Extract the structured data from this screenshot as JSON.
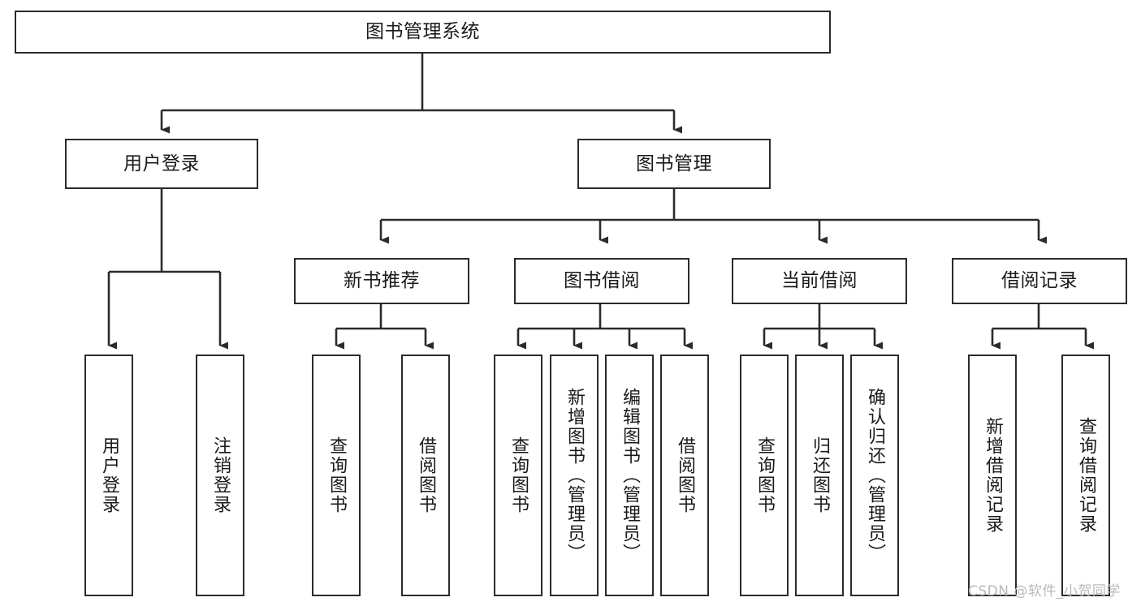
{
  "diagram": {
    "title": "图书管理系统",
    "orientation": "top-down-tree",
    "nodes": [
      {
        "id": "root",
        "label": "图书管理系统",
        "level": 0,
        "text_direction": "horizontal"
      },
      {
        "id": "user_login",
        "label": "用户登录",
        "level": 1,
        "text_direction": "horizontal"
      },
      {
        "id": "book_mgmt",
        "label": "图书管理",
        "level": 1,
        "text_direction": "horizontal"
      },
      {
        "id": "new_book",
        "label": "新书推荐",
        "level": 2,
        "text_direction": "horizontal"
      },
      {
        "id": "borrow",
        "label": "图书借阅",
        "level": 2,
        "text_direction": "horizontal"
      },
      {
        "id": "current",
        "label": "当前借阅",
        "level": 2,
        "text_direction": "horizontal"
      },
      {
        "id": "records",
        "label": "借阅记录",
        "level": 2,
        "text_direction": "horizontal"
      },
      {
        "id": "leaf_login",
        "label": "用户登录",
        "level": 3,
        "text_direction": "vertical"
      },
      {
        "id": "leaf_logout",
        "label": "注销登录",
        "level": 3,
        "text_direction": "vertical"
      },
      {
        "id": "leaf_nb_query",
        "label": "查询图书",
        "level": 3,
        "text_direction": "vertical"
      },
      {
        "id": "leaf_nb_borrow",
        "label": "借阅图书",
        "level": 3,
        "text_direction": "vertical"
      },
      {
        "id": "leaf_bo_query",
        "label": "查询图书",
        "level": 3,
        "text_direction": "vertical"
      },
      {
        "id": "leaf_bo_add",
        "label": "新增图书（管理员）",
        "level": 3,
        "text_direction": "vertical"
      },
      {
        "id": "leaf_bo_edit",
        "label": "编辑图书（管理员）",
        "level": 3,
        "text_direction": "vertical"
      },
      {
        "id": "leaf_bo_borrow",
        "label": "借阅图书",
        "level": 3,
        "text_direction": "vertical"
      },
      {
        "id": "leaf_cur_query",
        "label": "查询图书",
        "level": 3,
        "text_direction": "vertical"
      },
      {
        "id": "leaf_cur_return",
        "label": "归还图书",
        "level": 3,
        "text_direction": "vertical"
      },
      {
        "id": "leaf_cur_confirm",
        "label": "确认归还（管理员）",
        "level": 3,
        "text_direction": "vertical"
      },
      {
        "id": "leaf_rec_add",
        "label": "新增借阅记录",
        "level": 3,
        "text_direction": "vertical"
      },
      {
        "id": "leaf_rec_query",
        "label": "查询借阅记录",
        "level": 3,
        "text_direction": "vertical"
      }
    ],
    "edges": [
      {
        "from": "root",
        "to": "user_login"
      },
      {
        "from": "root",
        "to": "book_mgmt"
      },
      {
        "from": "book_mgmt",
        "to": "new_book"
      },
      {
        "from": "book_mgmt",
        "to": "borrow"
      },
      {
        "from": "book_mgmt",
        "to": "current"
      },
      {
        "from": "book_mgmt",
        "to": "records"
      },
      {
        "from": "user_login",
        "to": "leaf_login"
      },
      {
        "from": "user_login",
        "to": "leaf_logout"
      },
      {
        "from": "new_book",
        "to": "leaf_nb_query"
      },
      {
        "from": "new_book",
        "to": "leaf_nb_borrow"
      },
      {
        "from": "borrow",
        "to": "leaf_bo_query"
      },
      {
        "from": "borrow",
        "to": "leaf_bo_add"
      },
      {
        "from": "borrow",
        "to": "leaf_bo_edit"
      },
      {
        "from": "borrow",
        "to": "leaf_bo_borrow"
      },
      {
        "from": "current",
        "to": "leaf_cur_query"
      },
      {
        "from": "current",
        "to": "leaf_cur_return"
      },
      {
        "from": "current",
        "to": "leaf_cur_confirm"
      },
      {
        "from": "records",
        "to": "leaf_rec_add"
      },
      {
        "from": "records",
        "to": "leaf_rec_query"
      }
    ]
  },
  "colors": {
    "node_border": "#2b2b2b",
    "node_fill": "#ffffff",
    "edge": "#2b2b2b",
    "text": "#1a1a1a",
    "watermark": "#b9b9b9",
    "canvas": "#ffffff"
  },
  "watermark": {
    "text": "CSDN @软件_小贺同学"
  }
}
